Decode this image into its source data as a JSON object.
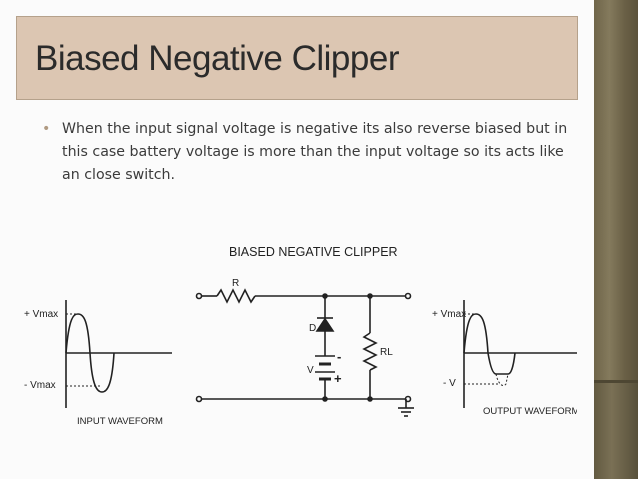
{
  "slide": {
    "title": "Biased Negative Clipper",
    "bullet": "When the input signal voltage is negative its also reverse biased but in this case battery voltage is more than the input voltage so its acts like an close switch."
  },
  "diagram": {
    "title": "BIASED NEGATIVE CLIPPER",
    "input": {
      "label_top": "+ Vmax",
      "label_bottom": "- Vmax",
      "caption": "INPUT WAVEFORM"
    },
    "circuit": {
      "resistor_label": "R",
      "diode_label": "D",
      "load_label": "RL",
      "battery_label": "V",
      "battery_minus": "-",
      "battery_plus": "+"
    },
    "output": {
      "label_top": "+ Vmax",
      "label_bottom": "- V",
      "caption": "OUTPUT WAVEFORM"
    }
  }
}
